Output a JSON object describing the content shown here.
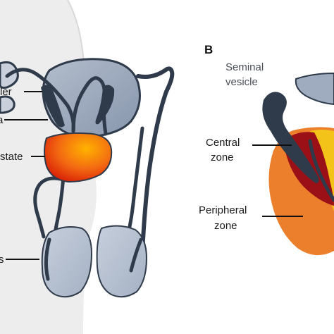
{
  "panel_a": {
    "labels": {
      "bladder": "ler",
      "urethra": "a",
      "prostate": "state",
      "testes": "s"
    }
  },
  "panel_b": {
    "letter": "B",
    "labels": {
      "seminal_vesicle_line1": "Seminal",
      "seminal_vesicle_line2": "vesicle",
      "central_zone_line1": "Central",
      "central_zone_line2": "zone",
      "peripheral_zone_line1": "Peripheral",
      "peripheral_zone_line2": "zone"
    }
  },
  "colors": {
    "outline": "#2f3a4b",
    "organ_fill": "#9fabbf",
    "testis_fill": "#b9c3d3",
    "body_silhouette": "#ededed",
    "prostate_core": "#ffb300",
    "prostate_edge": "#d81e05",
    "peripheral_zone": "#ec7f2c",
    "central_zone": "#9b1016",
    "transition_zone": "#f4c31a"
  }
}
